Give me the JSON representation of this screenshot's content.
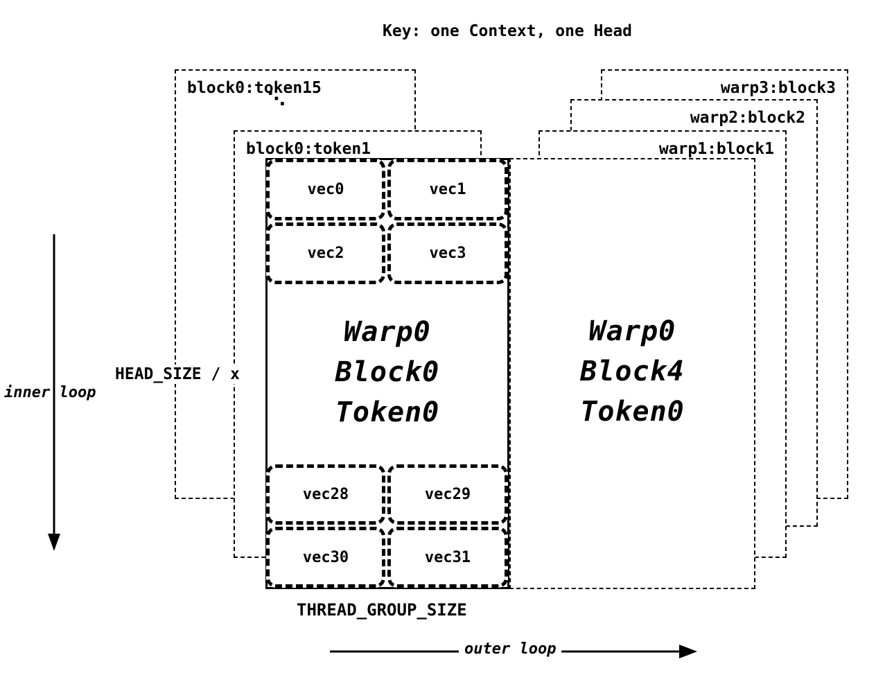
{
  "title": "Key: one Context, one Head",
  "left_stack": {
    "box_token15_label": "block0:token15",
    "dots": "⋱",
    "box_token1_label": "block0:token1"
  },
  "right_stack": {
    "warp3_label": "warp3:block3",
    "warp2_label": "warp2:block2",
    "warp1_label": "warp1:block1"
  },
  "main_block": {
    "top_vecs": [
      "vec0",
      "vec1",
      "vec2",
      "vec3"
    ],
    "center_lines": [
      "Warp0",
      "Block0",
      "Token0"
    ],
    "bottom_vecs": [
      "vec28",
      "vec29",
      "vec30",
      "vec31"
    ]
  },
  "right_block": {
    "center_lines": [
      "Warp0",
      "Block4",
      "Token0"
    ]
  },
  "annotations": {
    "inner_loop": "inner loop",
    "head_size": "HEAD_SIZE / x",
    "thread_group_size": "THREAD_GROUP_SIZE",
    "outer_loop": "outer loop"
  }
}
